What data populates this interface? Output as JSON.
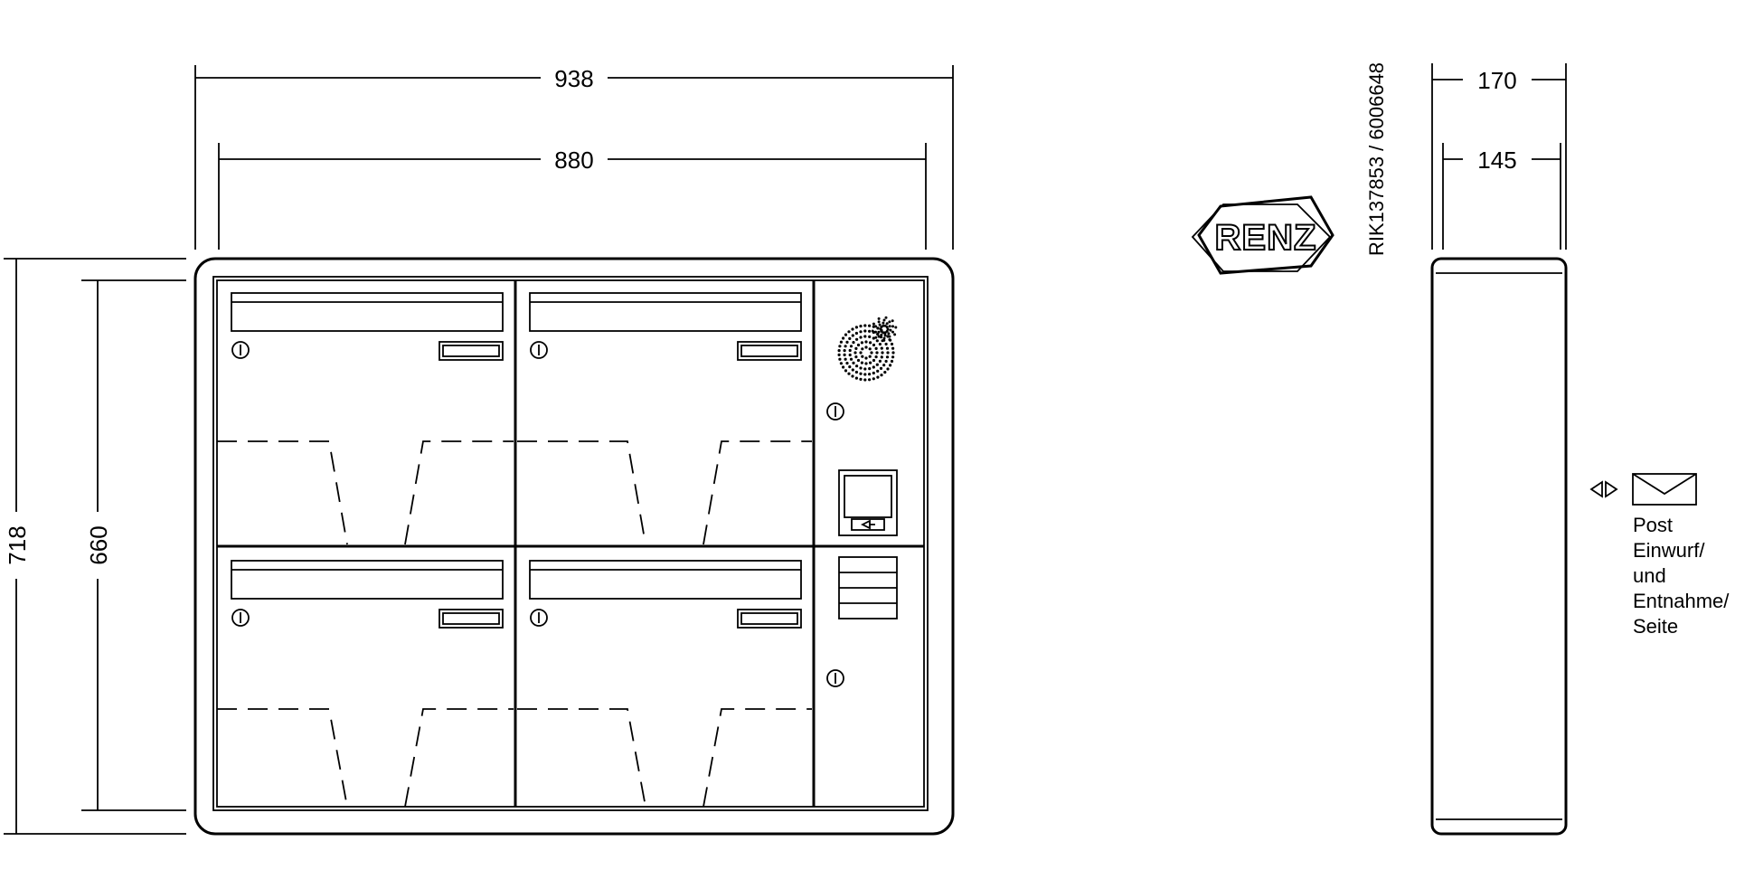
{
  "dimensions": {
    "overall_width": "938",
    "inner_width": "880",
    "overall_height": "718",
    "inner_height": "660",
    "overall_depth": "170",
    "inner_depth": "145"
  },
  "logo": {
    "text": "RENZ"
  },
  "article_code": "RIK137853 / 6006648",
  "mail_note": {
    "lines": [
      "Post",
      "Einwurf/",
      "und",
      "Entnahme/",
      "Seite"
    ]
  }
}
